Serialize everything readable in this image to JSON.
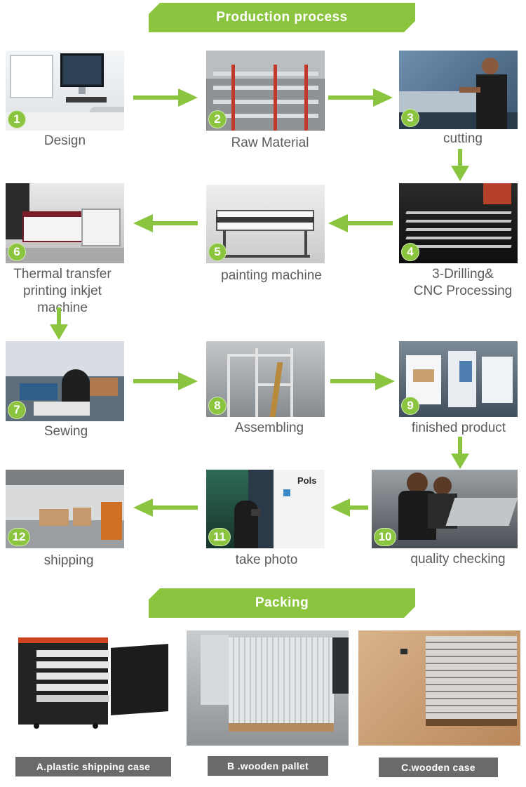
{
  "banners": {
    "production": "Production process",
    "packing": "Packing"
  },
  "steps": [
    {
      "num": "1",
      "caption": "Design"
    },
    {
      "num": "2",
      "caption": "Raw Material"
    },
    {
      "num": "3",
      "caption": "cutting"
    },
    {
      "num": "4",
      "caption_line1": "3-Drilling&",
      "caption_line2": "CNC Processing"
    },
    {
      "num": "5",
      "caption": "painting machine"
    },
    {
      "num": "6",
      "caption_line1": "Thermal transfer",
      "caption_line2": "printing inkjet",
      "caption_line3": "machine"
    },
    {
      "num": "7",
      "caption": "Sewing"
    },
    {
      "num": "8",
      "caption": "Assembling"
    },
    {
      "num": "9",
      "caption": "finished product"
    },
    {
      "num": "10",
      "caption": "quality checking"
    },
    {
      "num": "11",
      "caption": "take photo"
    },
    {
      "num": "12",
      "caption": "shipping"
    }
  ],
  "packing": [
    {
      "label": "A.plastic shipping case"
    },
    {
      "label": "B .wooden pallet"
    },
    {
      "label": "C.wooden case"
    }
  ],
  "photo_text": {
    "brand_sign": "Pols"
  },
  "colors": {
    "accent_green": "#8bc53f",
    "caption_gray": "#5a5a5a",
    "label_gray": "#6a6a6a"
  }
}
